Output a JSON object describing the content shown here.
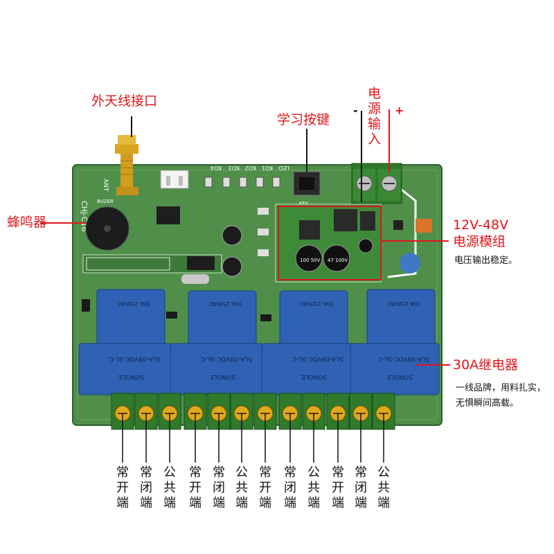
{
  "callouts": {
    "antenna": "外天线接口",
    "learn_key": "学习按键",
    "power_input": "电源输入",
    "power_minus": "-",
    "power_plus": "+",
    "buzzer": "蜂鸣器",
    "voltage_range": "12V-48V",
    "power_module": "电源模组",
    "power_module_note": "电压输出稳定。",
    "relay": "30A继电器",
    "relay_note": "一线品牌，用料扎实，无惧瞬间高载。"
  },
  "board": {
    "model_text": "CHJ-C16",
    "ant_text": "ANT",
    "buzzer_text": "BUZER",
    "key_text": "KEY",
    "relay_model": "SLA-09VDC-SL-C",
    "relay_brand": "SONGLE",
    "relay_rating": "30A 250VAC",
    "cap1": "100 50V",
    "cap2": "47 100V",
    "led_labels": [
      "KO4",
      "KO3",
      "KO2",
      "KO1",
      "LED"
    ]
  },
  "terminal_labels": [
    "常开端",
    "常闭端",
    "公共端",
    "常开端",
    "常闭端",
    "公共端",
    "常开端",
    "常闭端",
    "公共端",
    "常开端",
    "常闭端",
    "公共端"
  ],
  "colors": {
    "pcb": "#4f8f4a",
    "callout": "#e0161b",
    "relay": "#2f62b5",
    "terminal": "#e0a81c"
  }
}
